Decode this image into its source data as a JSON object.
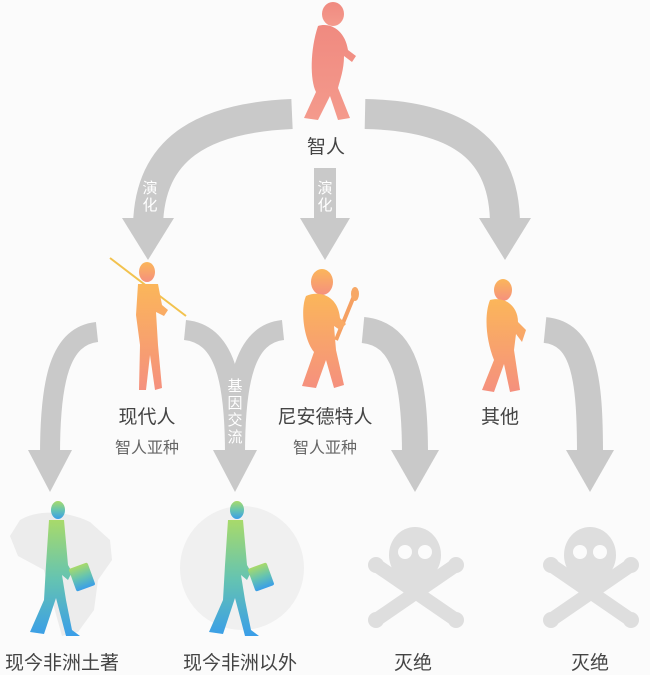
{
  "root": {
    "label": "智人"
  },
  "arrow_labels": {
    "evolve_left": "演化",
    "evolve_mid": "演化",
    "gene_flow": "基因交流"
  },
  "branches": [
    {
      "label": "现代人",
      "sub": "智人亚种"
    },
    {
      "label": "尼安德特人",
      "sub": "智人亚种"
    },
    {
      "label": "其他"
    }
  ],
  "outcomes": [
    {
      "label": "现今非洲土著",
      "icon": "walking-man-africa-icon"
    },
    {
      "label": "现今非洲以外",
      "icon": "walking-man-globe-icon"
    },
    {
      "label": "灭绝",
      "icon": "skull-crossbones-icon"
    },
    {
      "label": "灭绝",
      "icon": "skull-crossbones-icon"
    }
  ],
  "colors": {
    "arrow": "#c8c8c8",
    "root_figure": "#f28b82",
    "branch_figure_top": "#fbb45a",
    "branch_figure_bottom": "#f59080",
    "human_top": "#a6d96a",
    "human_bottom": "#3aa0e8",
    "skull": "#dedede"
  }
}
